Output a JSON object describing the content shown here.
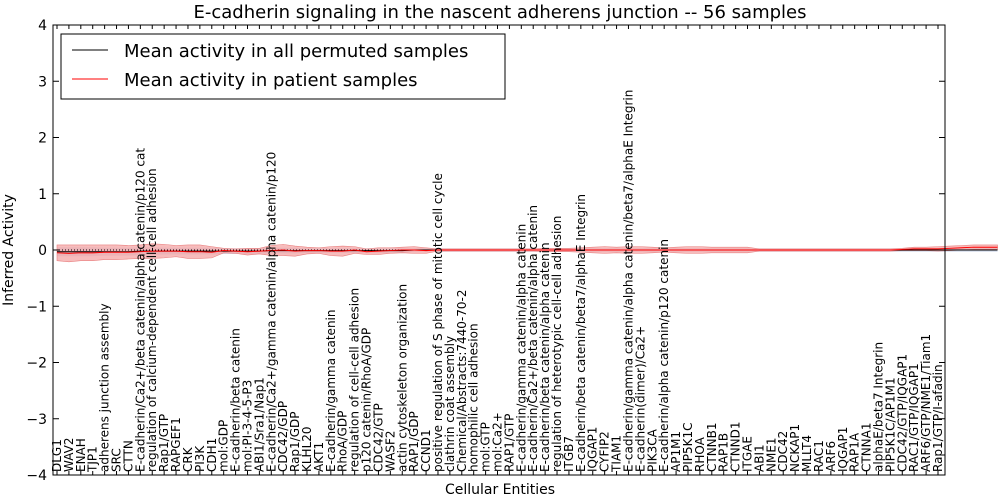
{
  "chart_data": {
    "type": "line",
    "title": "E-cadherin signaling in the nascent adherens junction -- 56 samples",
    "xlabel": "Cellular Entities",
    "ylabel": "Inferred Activity",
    "ylim": [
      -4,
      4
    ],
    "yticks": [
      -4,
      -3,
      -2,
      -1,
      0,
      1,
      2,
      3,
      4
    ],
    "legend_position": "top-left",
    "categories": [
      "DLG1",
      "WAV2",
      "ENAH",
      "TJP1",
      "adherens junction assembly",
      "SRC",
      "CTTN",
      "E-cadherin/Ca2+/beta catenin/alpha catenin/p120 cat",
      "regulation of calcium-dependent cell-cell adhesion",
      "Rap1/GTP",
      "RAPGEF1",
      "CRK",
      "PI3K",
      "CDH1",
      "mol:GDP",
      "E-cadherin/beta catenin",
      "mol:PI-3-4-5-P3",
      "ABI1/Sra1/Nap1",
      "E-cadherin/Ca2+/gamma catenin/alpha catenin/p120",
      "CDC42/GDP",
      "Rap1/GDP",
      "KLHL20",
      "AKT1",
      "E-cadherin/gamma catenin",
      "RhoA/GDP",
      "regulation of cell-cell adhesion",
      "p120 catenin/RhoA/GDP",
      "CDC42/GTP",
      "WASF2",
      "actin cytoskeleton organization",
      "RAP1/GDP",
      "CCND1",
      "positive regulation of S phase of mitotic cell cycle",
      "clathrin coat assembly",
      "Chemical/Abstracts:7440-70-2",
      "homophilic cell adhesion",
      "mol:GTP",
      "mol:Ca2+",
      "RAP1/GTP",
      "E-cadherin/gamma catenin/alpha catenin",
      "E-cadherin/Ca2+/beta catenin/alpha catenin",
      "E-cadherin/beta catenin/alpha catenin",
      "regulation of heterotypic cell-cell adhesion",
      "ITGB7",
      "E-cadherin/beta catenin/beta7/alphaE Integrin",
      "IQGAP1",
      "CYFIP2",
      "TIAM1",
      "E-cadherin/gamma catenin/alpha catenin/beta7/alphaE Integrin",
      "E-cadherin(dimer)/Ca2+",
      "PIK3CA",
      "E-cadherin/alpha catenin/p120 catenin",
      "AP1M1",
      "PIP5K1C",
      "RHOA",
      "CTNNB1",
      "RAP1B",
      "CTNND1",
      "ITGAE",
      "ABI1",
      "NME1",
      "CDC42",
      "NCKAP1",
      "MLLT4",
      "RAC1",
      "ARF6",
      "IQGAP1",
      "RAP1A",
      "CTNNA1",
      "alphaE/beta7 Integrin",
      "PIP5K1C/AP1M1",
      "CDC42/GTP/IQGAP1",
      "RAC1/GTP/IQGAP1",
      "ARF6/GTP/NME1/Tiam1",
      "Rap1/GTP/I-afadin"
    ],
    "series": [
      {
        "name": "Mean activity in all permuted samples",
        "color": "#000000",
        "values": [
          -0.03,
          -0.03,
          -0.03,
          -0.03,
          -0.03,
          -0.03,
          -0.03,
          -0.02,
          -0.02,
          -0.02,
          -0.02,
          -0.02,
          -0.02,
          -0.02,
          -0.02,
          -0.02,
          -0.02,
          -0.02,
          -0.01,
          -0.01,
          -0.01,
          -0.01,
          -0.01,
          -0.01,
          -0.01,
          -0.01,
          -0.01,
          -0.01,
          -0.01,
          -0.01,
          0.0,
          0.0,
          0.0,
          0.0,
          0.0,
          0.0,
          0.0,
          0.0,
          0.0,
          0.0,
          0.0,
          0.0,
          0.0,
          0.0,
          0.0,
          0.0,
          0.0,
          0.0,
          0.0,
          0.0,
          0.0,
          0.0,
          0.0,
          0.0,
          0.0,
          0.0,
          0.0,
          0.0,
          0.0,
          0.0,
          0.0,
          0.0,
          0.0,
          0.0,
          0.0,
          0.0,
          0.0,
          0.0,
          0.0,
          0.0,
          0.0,
          0.0,
          0.0,
          0.0,
          0.0,
          0.0,
          0.0,
          0.0,
          0.0,
          0.0
        ],
        "band": [
          0.08,
          0.08,
          0.08,
          0.08,
          0.07,
          0.07,
          0.07,
          0.07,
          0.07,
          0.06,
          0.06,
          0.06,
          0.06,
          0.06,
          0.05,
          0.05,
          0.05,
          0.05,
          0.05,
          0.05,
          0.05,
          0.04,
          0.04,
          0.04,
          0.04,
          0.04,
          0.04,
          0.04,
          0.04,
          0.04,
          0.03,
          0.03,
          0.03,
          0.03,
          0.03,
          0.03,
          0.03,
          0.03,
          0.03,
          0.03,
          0.03,
          0.03,
          0.03,
          0.03,
          0.03,
          0.03,
          0.03,
          0.03,
          0.03,
          0.03,
          0.03,
          0.03,
          0.03,
          0.03,
          0.03,
          0.03,
          0.03,
          0.03,
          0.03,
          0.03,
          0.03,
          0.03,
          0.03,
          0.03,
          0.03,
          0.03,
          0.03,
          0.03,
          0.03,
          0.03,
          0.03,
          0.03,
          0.03,
          0.03,
          0.03,
          0.03,
          0.03,
          0.03,
          0.03,
          0.03
        ],
        "band_color": "#b7c4df"
      },
      {
        "name": "Mean activity in patient samples",
        "color": "#ff0000",
        "values": [
          -0.05,
          -0.06,
          -0.05,
          -0.05,
          -0.04,
          -0.04,
          -0.04,
          -0.03,
          -0.02,
          -0.02,
          -0.02,
          -0.03,
          -0.03,
          -0.04,
          -0.01,
          -0.02,
          -0.03,
          -0.02,
          -0.01,
          0.0,
          -0.02,
          -0.01,
          -0.01,
          -0.02,
          -0.02,
          0.0,
          -0.03,
          -0.02,
          -0.01,
          0.0,
          0.0,
          -0.01,
          0.0,
          0.0,
          0.0,
          0.0,
          0.0,
          0.0,
          0.0,
          0.0,
          0.0,
          0.0,
          0.0,
          0.0,
          0.0,
          0.0,
          0.0,
          0.0,
          0.0,
          0.0,
          0.0,
          0.0,
          0.0,
          0.0,
          0.0,
          0.0,
          0.0,
          0.0,
          0.0,
          0.0,
          0.0,
          0.0,
          0.0,
          0.0,
          0.0,
          0.0,
          0.0,
          0.0,
          0.0,
          0.0,
          0.0,
          0.01,
          0.02,
          0.02,
          0.02,
          0.03,
          0.04,
          0.05,
          0.05,
          0.05
        ],
        "band": [
          0.14,
          0.15,
          0.14,
          0.14,
          0.13,
          0.13,
          0.12,
          0.12,
          0.13,
          0.12,
          0.1,
          0.12,
          0.12,
          0.1,
          0.04,
          0.04,
          0.06,
          0.05,
          0.09,
          0.1,
          0.09,
          0.06,
          0.05,
          0.08,
          0.09,
          0.06,
          0.05,
          0.06,
          0.05,
          0.05,
          0.06,
          0.05,
          0.02,
          0.02,
          0.02,
          0.02,
          0.02,
          0.02,
          0.02,
          0.02,
          0.02,
          0.03,
          0.03,
          0.03,
          0.04,
          0.05,
          0.06,
          0.05,
          0.06,
          0.06,
          0.05,
          0.04,
          0.05,
          0.06,
          0.06,
          0.05,
          0.05,
          0.05,
          0.05,
          0.02,
          0.02,
          0.02,
          0.02,
          0.02,
          0.02,
          0.02,
          0.02,
          0.02,
          0.02,
          0.02,
          0.02,
          0.02,
          0.03,
          0.03,
          0.04,
          0.04,
          0.04,
          0.04,
          0.04,
          0.04
        ],
        "band_color": "#f4a6a6"
      }
    ]
  }
}
